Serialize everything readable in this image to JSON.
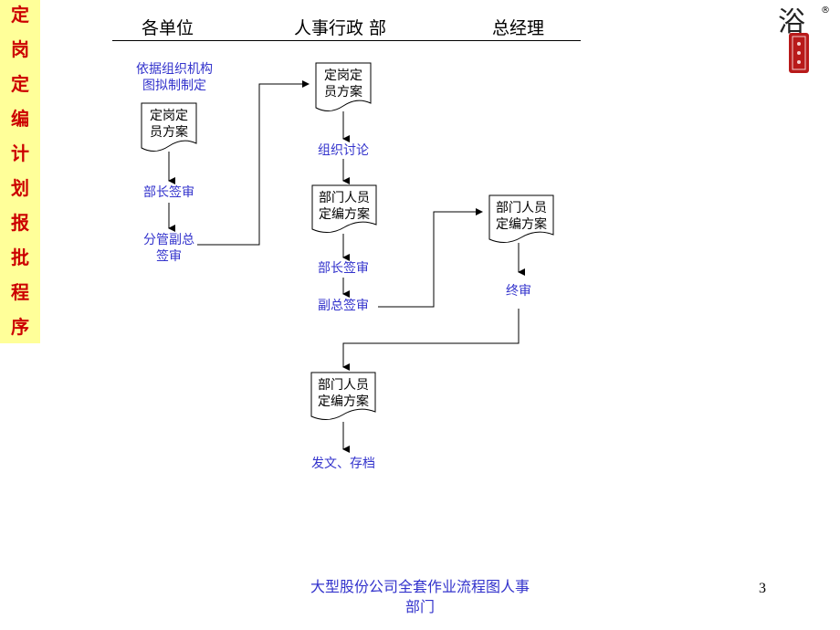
{
  "sidebar": {
    "chars": [
      "定",
      "岗",
      "定",
      "编",
      "计",
      "划",
      "报",
      "批",
      "程",
      "序"
    ],
    "bg_color": "#ffff99",
    "text_color": "#cc0000"
  },
  "headers": {
    "col1": "各单位",
    "col2": "人事行政 部",
    "col3": "总经理"
  },
  "nodes": {
    "basis_label": "依据组织机构\n图拟制制定",
    "doc1": "定岗定\n员方案",
    "dept_head_sign_1": "部长签审",
    "vice_sign_1": "分管副总\n签审",
    "doc2": "定岗定\n员方案",
    "org_discuss": "组织讨论",
    "doc3": "部门人员\n定编方案",
    "dept_head_sign_2": "部长签审",
    "vice_sign_2": "副总签审",
    "doc4": "部门人员\n定编方案",
    "final_review": "终审",
    "doc5": "部门人员\n定编方案",
    "issue_archive": "发文、存档"
  },
  "footer": {
    "title_line1": "大型股份公司全套作业流程图人事",
    "title_line2": "部门",
    "page_number": "3"
  },
  "logo": {
    "icon": "seal-logo-icon",
    "registered_mark": "®"
  },
  "colors": {
    "label_blue": "#3333cc",
    "seal_red": "#b81a1a"
  }
}
